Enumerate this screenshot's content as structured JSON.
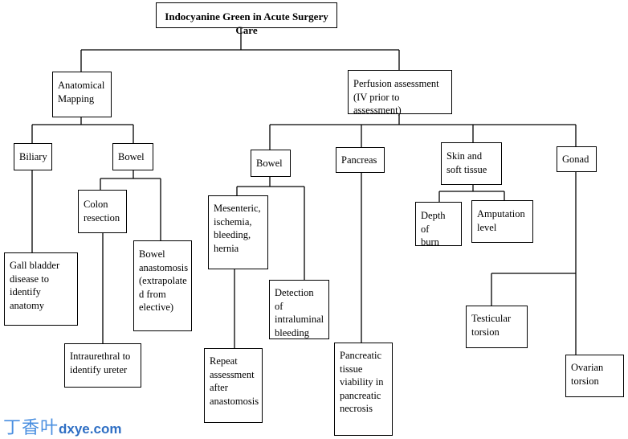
{
  "diagram": {
    "title": "Indocyanine Green in Acute Surgery Care",
    "nodes": {
      "anatomical_mapping": "Anatomical\nMapping",
      "perfusion_assessment": "Perfusion assessment\n(IV prior to assessment)",
      "biliary": "Biliary",
      "bowel_mapping": "Bowel",
      "colon_resection": "Colon\nresection",
      "bowel_anastomosis": "Bowel\nanastomosis\n(extrapolate\nd from\nelective)",
      "gall_bladder": "Gall bladder\ndisease to\nidentify\nanatomy",
      "intraurethral": "Intraurethral to\nidentify ureter",
      "bowel_perfusion": "Bowel",
      "pancreas": "Pancreas",
      "skin_soft_tissue": "Skin and\nsoft tissue",
      "gonad": "Gonad",
      "mesenteric": "Mesenteric,\nischemia,\nbleeding,\nhernia",
      "intraluminal": "Detection of\nintraluminal\nbleeding",
      "repeat_assessment": "Repeat\nassessment\nafter\nanastomosis",
      "pancreatic_viability": "Pancreatic\ntissue\nviability in\npancreatic\nnecrosis",
      "depth_of_burn": "Depth of\nburn",
      "amputation_level": "Amputation\nlevel",
      "testicular_torsion": "Testicular\ntorsion",
      "ovarian_torsion": "Ovarian\ntorsion"
    }
  },
  "watermark": {
    "chinese": "丁香叶",
    "latin": "dxye.com"
  },
  "colors": {
    "line": "#000000",
    "watermark": "#4a8fe0"
  }
}
